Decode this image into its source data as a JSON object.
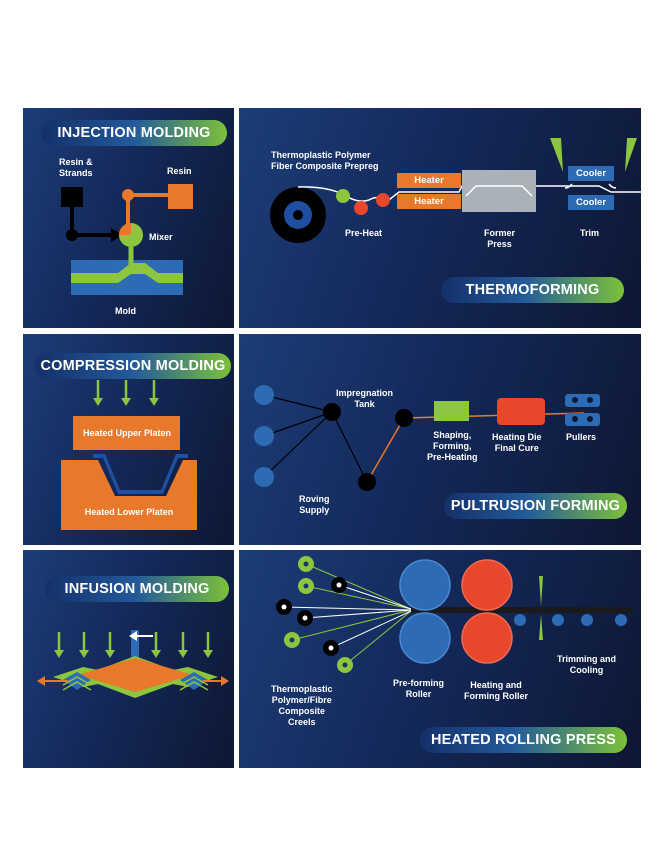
{
  "injection": {
    "title": "INJECTION MOLDING",
    "resin_strands": "Resin &\nStrands",
    "resin": "Resin",
    "mixer": "Mixer",
    "mold": "Mold"
  },
  "thermoforming": {
    "title": "THERMOFORMING",
    "prepreg": "Thermoplastic Polymer\nFiber Composite Prepreg",
    "preheat": "Pre-Heat",
    "heater_top": "Heater",
    "heater_bottom": "Heater",
    "former_press": "Former\nPress",
    "cooler_top": "Cooler",
    "cooler_bottom": "Cooler",
    "trim": "Trim"
  },
  "compression": {
    "title": "COMPRESSION MOLDING",
    "upper_platen": "Heated Upper Platen",
    "lower_platen": "Heated Lower Platen"
  },
  "pultrusion": {
    "title": "PULTRUSION FORMING",
    "impregnation_tank": "Impregnation\nTank",
    "roving_supply": "Roving\nSupply",
    "shaping": "Shaping,\nForming,\nPre-Heating",
    "heating_die": "Heating Die\nFinal Cure",
    "pullers": "Pullers"
  },
  "infusion": {
    "title": "INFUSION MOLDING"
  },
  "rolling": {
    "title": "HEATED ROLLING PRESS",
    "creels": "Thermoplastic\nPolymer/Fibre\nComposite\nCreels",
    "preforming_roller": "Pre-forming\nRoller",
    "heating_roller": "Heating and\nForming Roller",
    "trimming": "Trimming and\nCooling"
  },
  "colors": {
    "green": "#8cc63f",
    "orange": "#e8792b",
    "red": "#e8472b",
    "blue": "#2d6bb5",
    "dark_blue": "#1a3566",
    "black": "#000000",
    "gray": "#aab1b8"
  }
}
